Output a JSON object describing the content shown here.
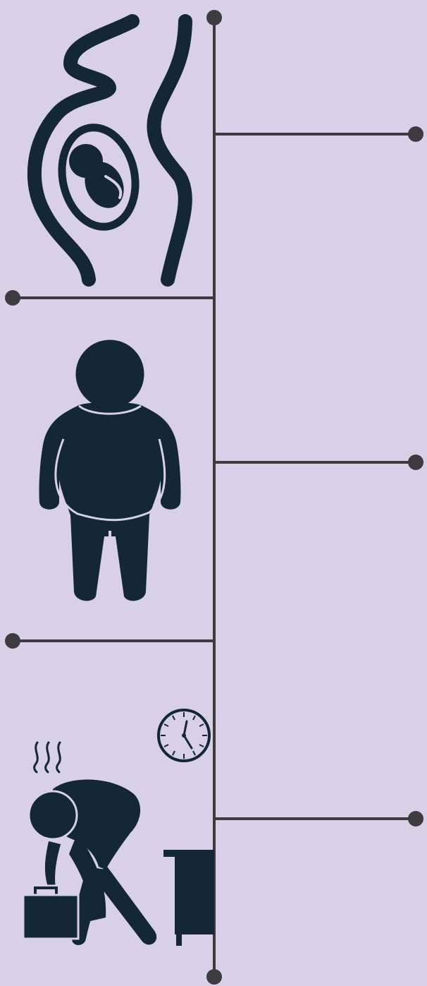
{
  "colors": {
    "background": "#d7d0e6",
    "line": "#3b3b40",
    "icon": "#132736",
    "icon_outline": "#d7d0e6"
  },
  "timeline": {
    "branches": [
      {
        "side": "right",
        "icon": "none"
      },
      {
        "side": "left",
        "icon": "none"
      },
      {
        "side": "right",
        "icon": "none"
      },
      {
        "side": "left",
        "icon": "none"
      },
      {
        "side": "right",
        "icon": "none"
      }
    ]
  },
  "icons": [
    {
      "name": "pregnancy-icon"
    },
    {
      "name": "obese-person-icon"
    },
    {
      "name": "tired-worker-icon"
    },
    {
      "name": "clock-icon"
    }
  ]
}
